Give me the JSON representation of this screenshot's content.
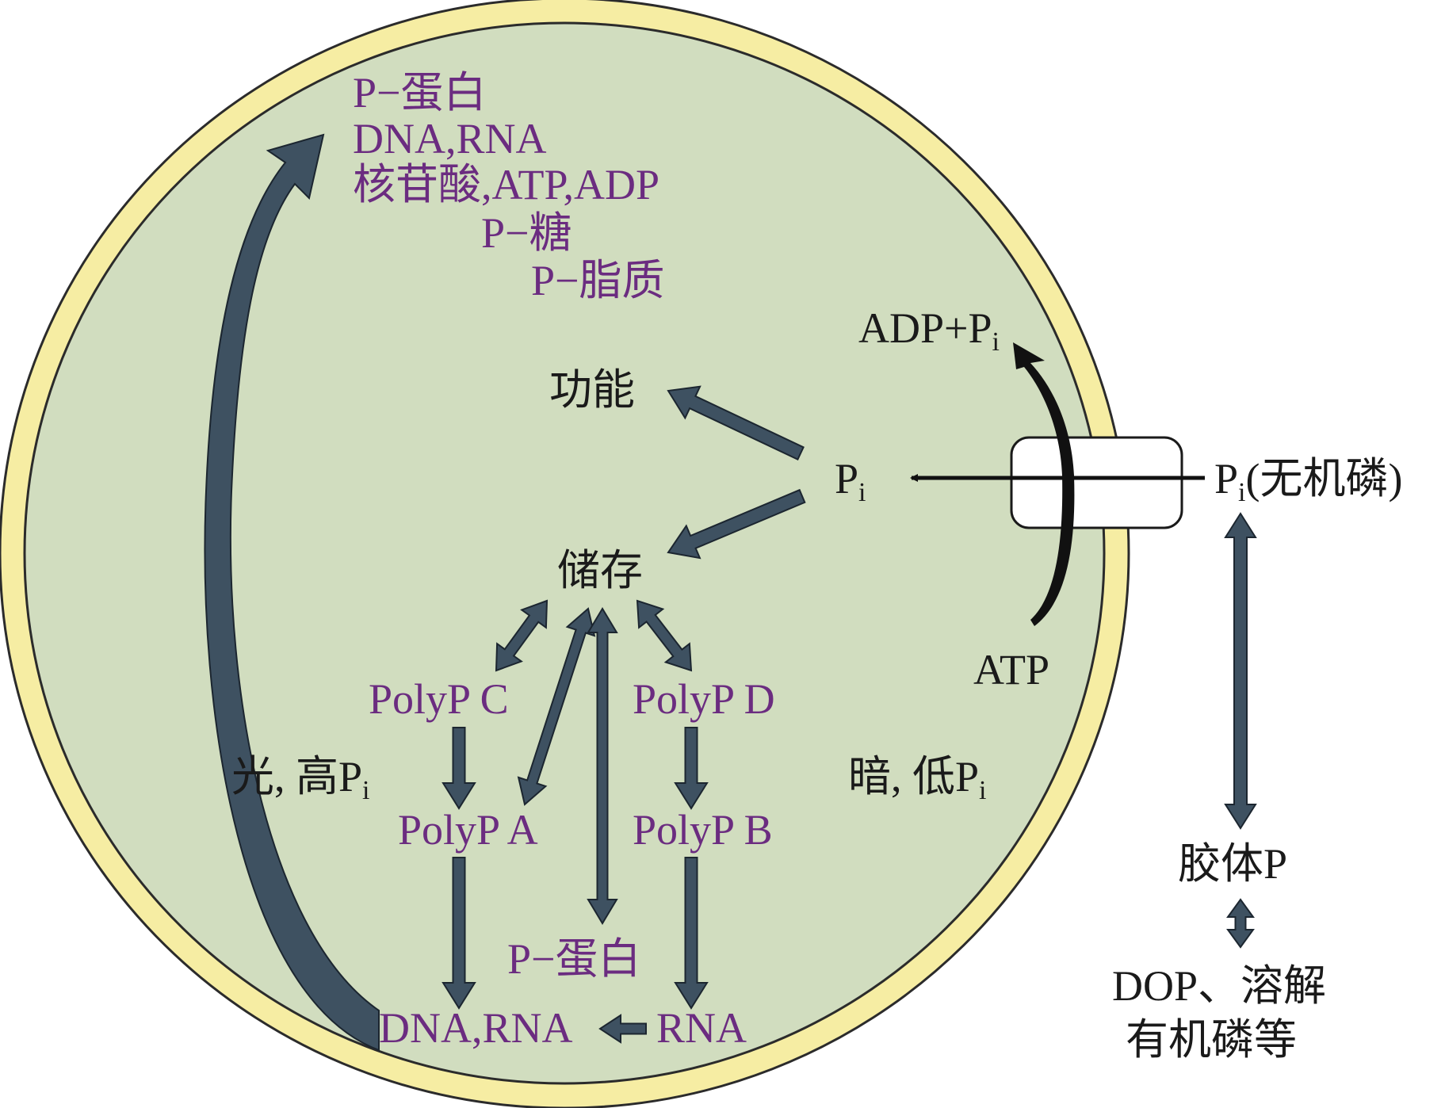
{
  "colors": {
    "cell_fill": "#d1ddbf",
    "cell_wall": "#f6eda3",
    "cell_outline": "#2b2b2b",
    "arrow_fill": "#3e5161",
    "arrow_stroke": "#1c2630",
    "purple_text": "#6b2c80",
    "black_text": "#1a1a1a"
  },
  "compounds": {
    "p_protein": "P−蛋白",
    "dna_rna": "DNA,RNA",
    "nucleotides": "核苷酸,ATP,ADP",
    "p_sugar": "P−糖",
    "p_lipid": "P−脂质"
  },
  "labels": {
    "function": "功能",
    "storage": "储存",
    "adp_pi": "ADP+P",
    "atp": "ATP",
    "pi_main": "P",
    "pi_external": "P",
    "pi_external_suffix": "(无机磷)",
    "light": "光, 高P",
    "dark": "暗, 低P",
    "colloid_p": "胶体P",
    "dop_line1": "DOP、溶解",
    "dop_line2": "有机磷等",
    "subscript_i": "i"
  },
  "polyp": {
    "c": "PolyP C",
    "d": "PolyP D",
    "a": "PolyP A",
    "b": "PolyP B",
    "p_protein": "P−蛋白",
    "dna_rna": "DNA,RNA",
    "rna": "RNA"
  }
}
